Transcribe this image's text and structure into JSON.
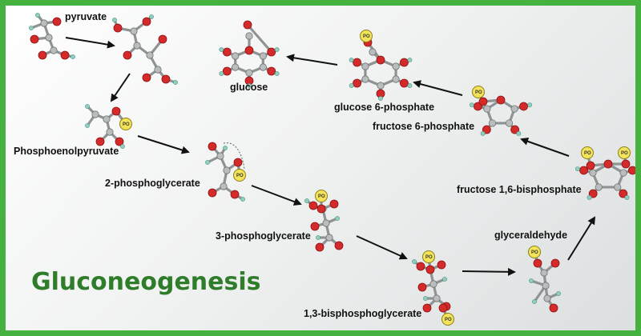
{
  "title": "Gluconeogenesis",
  "labels": {
    "pyruvate": "pyruvate",
    "pep": "Phosphoenolpyruvate",
    "pg2": "2-phosphoglycerate",
    "pg3": "3-phosphoglycerate",
    "bpg13": "1,3-bisphosphoglycerate",
    "glyceraldehyde": "glyceraldehyde",
    "f16bp": "fructose 1,6-bisphosphate",
    "f6p": "fructose 6-phosphate",
    "g6p": "glucose 6-phosphate",
    "glucose": "glucose"
  },
  "phosphate_symbol": "PO",
  "colors": {
    "frame": "#45b23f",
    "title": "#2f7d2b",
    "oxygen": "#d42a2a",
    "carbon": "#b9bdbd",
    "hydrogen": "#8fd0c0",
    "phosphate": "#f2e35b"
  }
}
